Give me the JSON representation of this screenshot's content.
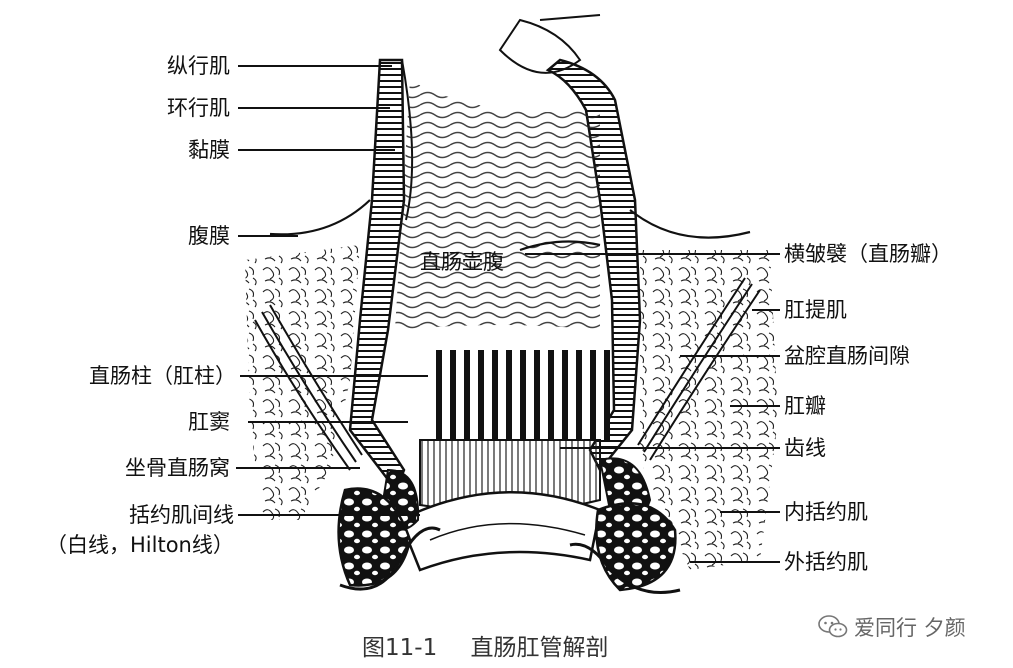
{
  "labels_left": {
    "longitudinal": "纵行肌",
    "circular": "环行肌",
    "mucosa": "黏膜",
    "peritoneum": "腹膜",
    "anal_column": "直肠柱（肛柱）",
    "anal_sinus": "肛窦",
    "ischiorectal": "坐骨直肠窝",
    "intersphincteric_line": "括约肌间线",
    "white_line": "（白线，Hilton线）"
  },
  "labels_center": {
    "ampulla": "直肠壶腹"
  },
  "labels_right": {
    "transverse_fold": "横皱襞（直肠瓣）",
    "levator": "肛提肌",
    "pelvirectal_space": "盆腔直肠间隙",
    "anal_valve": "肛瓣",
    "dentate_line": "齿线",
    "internal_sphincter": "内括约肌",
    "external_sphincter": "外括约肌"
  },
  "caption": {
    "number": "图11-1",
    "title": "直肠肛管解剖"
  },
  "watermark": {
    "text": "爱同行 夕颜",
    "icon": "wechat-icon"
  }
}
